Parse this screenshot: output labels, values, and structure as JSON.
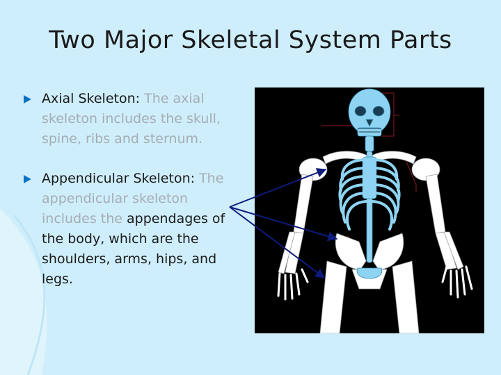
{
  "slide": {
    "title": "Two Major Skeletal System Parts",
    "colors": {
      "background": "#cfeefb",
      "bullet_marker": "#0b72c2",
      "bone": "#ffffff",
      "axial_bone": "#8ed4f2",
      "pointer_line": "#0d1b7a",
      "figure_background": "#000000"
    }
  },
  "bullets": [
    {
      "heading": "Axial Skeleton:",
      "detail": "The axial skeleton includes the skull, spine, ribs and sternum."
    },
    {
      "heading": "Appendicular Skeleton:",
      "detail_line1": "The appendicular skeleton includes the",
      "detail_line2": "appendages of the body, which are the shoulders, arms, hips, and legs."
    }
  ],
  "figure": {
    "icon": "human-skeleton-illustration"
  }
}
